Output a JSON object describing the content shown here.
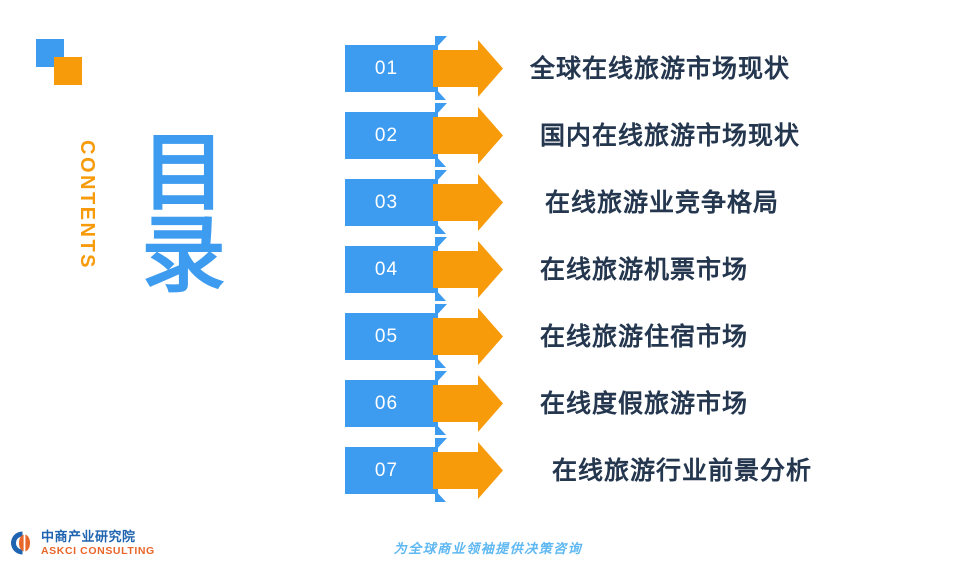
{
  "slide": {
    "title_cn": "目录",
    "title_en": "CONTENTS",
    "accent_blue": "#3D9BF0",
    "accent_orange": "#F79B0A",
    "text_navy": "#24374F",
    "background": "#FFFFFF"
  },
  "items": [
    {
      "number": "01",
      "label": "全球在线旅游市场现状"
    },
    {
      "number": "02",
      "label": "国内在线旅游市场现状"
    },
    {
      "number": "03",
      "label": "在线旅游业竞争格局"
    },
    {
      "number": "04",
      "label": "在线旅游机票市场"
    },
    {
      "number": "05",
      "label": "在线旅游住宿市场"
    },
    {
      "number": "06",
      "label": "在线度假旅游市场"
    },
    {
      "number": "07",
      "label": "在线旅游行业前景分析"
    }
  ],
  "footer": {
    "logo_cn": "中商产业研究院",
    "logo_en": "ASKCI CONSULTING",
    "tagline": "为全球商业领袖提供决策咨询",
    "logo_blue": "#1F64B0",
    "logo_orange": "#E8662A",
    "tagline_color": "#5FB8F2"
  },
  "decoration": {
    "square_blue": "#3D9BF0",
    "square_orange": "#F79B0A"
  }
}
